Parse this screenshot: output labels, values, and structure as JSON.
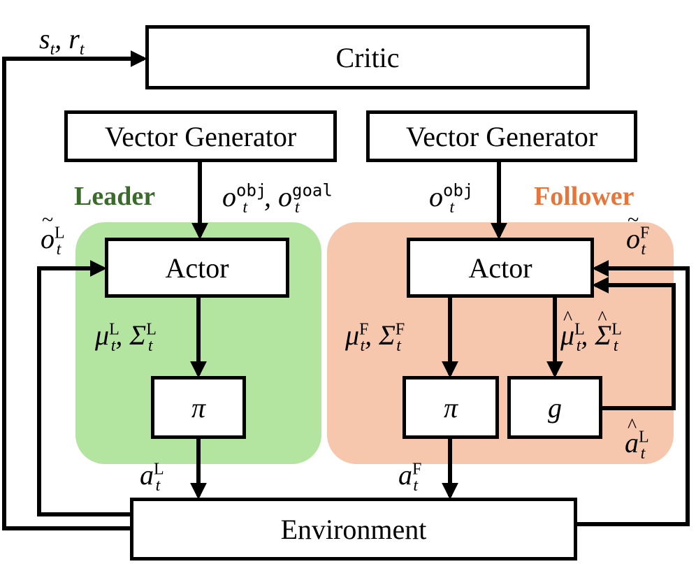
{
  "boxes": {
    "critic": "Critic",
    "vector_generator_left": "Vector Generator",
    "vector_generator_right": "Vector Generator",
    "actor_left": "Actor",
    "actor_right": "Actor",
    "pi_left": "π",
    "pi_right": "π",
    "g": "g",
    "environment": "Environment"
  },
  "groups": {
    "leader": "Leader",
    "follower": "Follower"
  },
  "colors": {
    "leader_region": "#b3e5a1",
    "follower_region": "#f6c7ad",
    "leader_title": "#3a6b2a",
    "follower_title": "#e8743a"
  },
  "labels": {
    "s": "s",
    "r": "r",
    "t": "t",
    "o": "o",
    "a": "a",
    "mu": "μ",
    "sigma": "Σ",
    "comma": ", ",
    "obj": "obj",
    "goal": "goal",
    "L": "L",
    "F": "F"
  }
}
